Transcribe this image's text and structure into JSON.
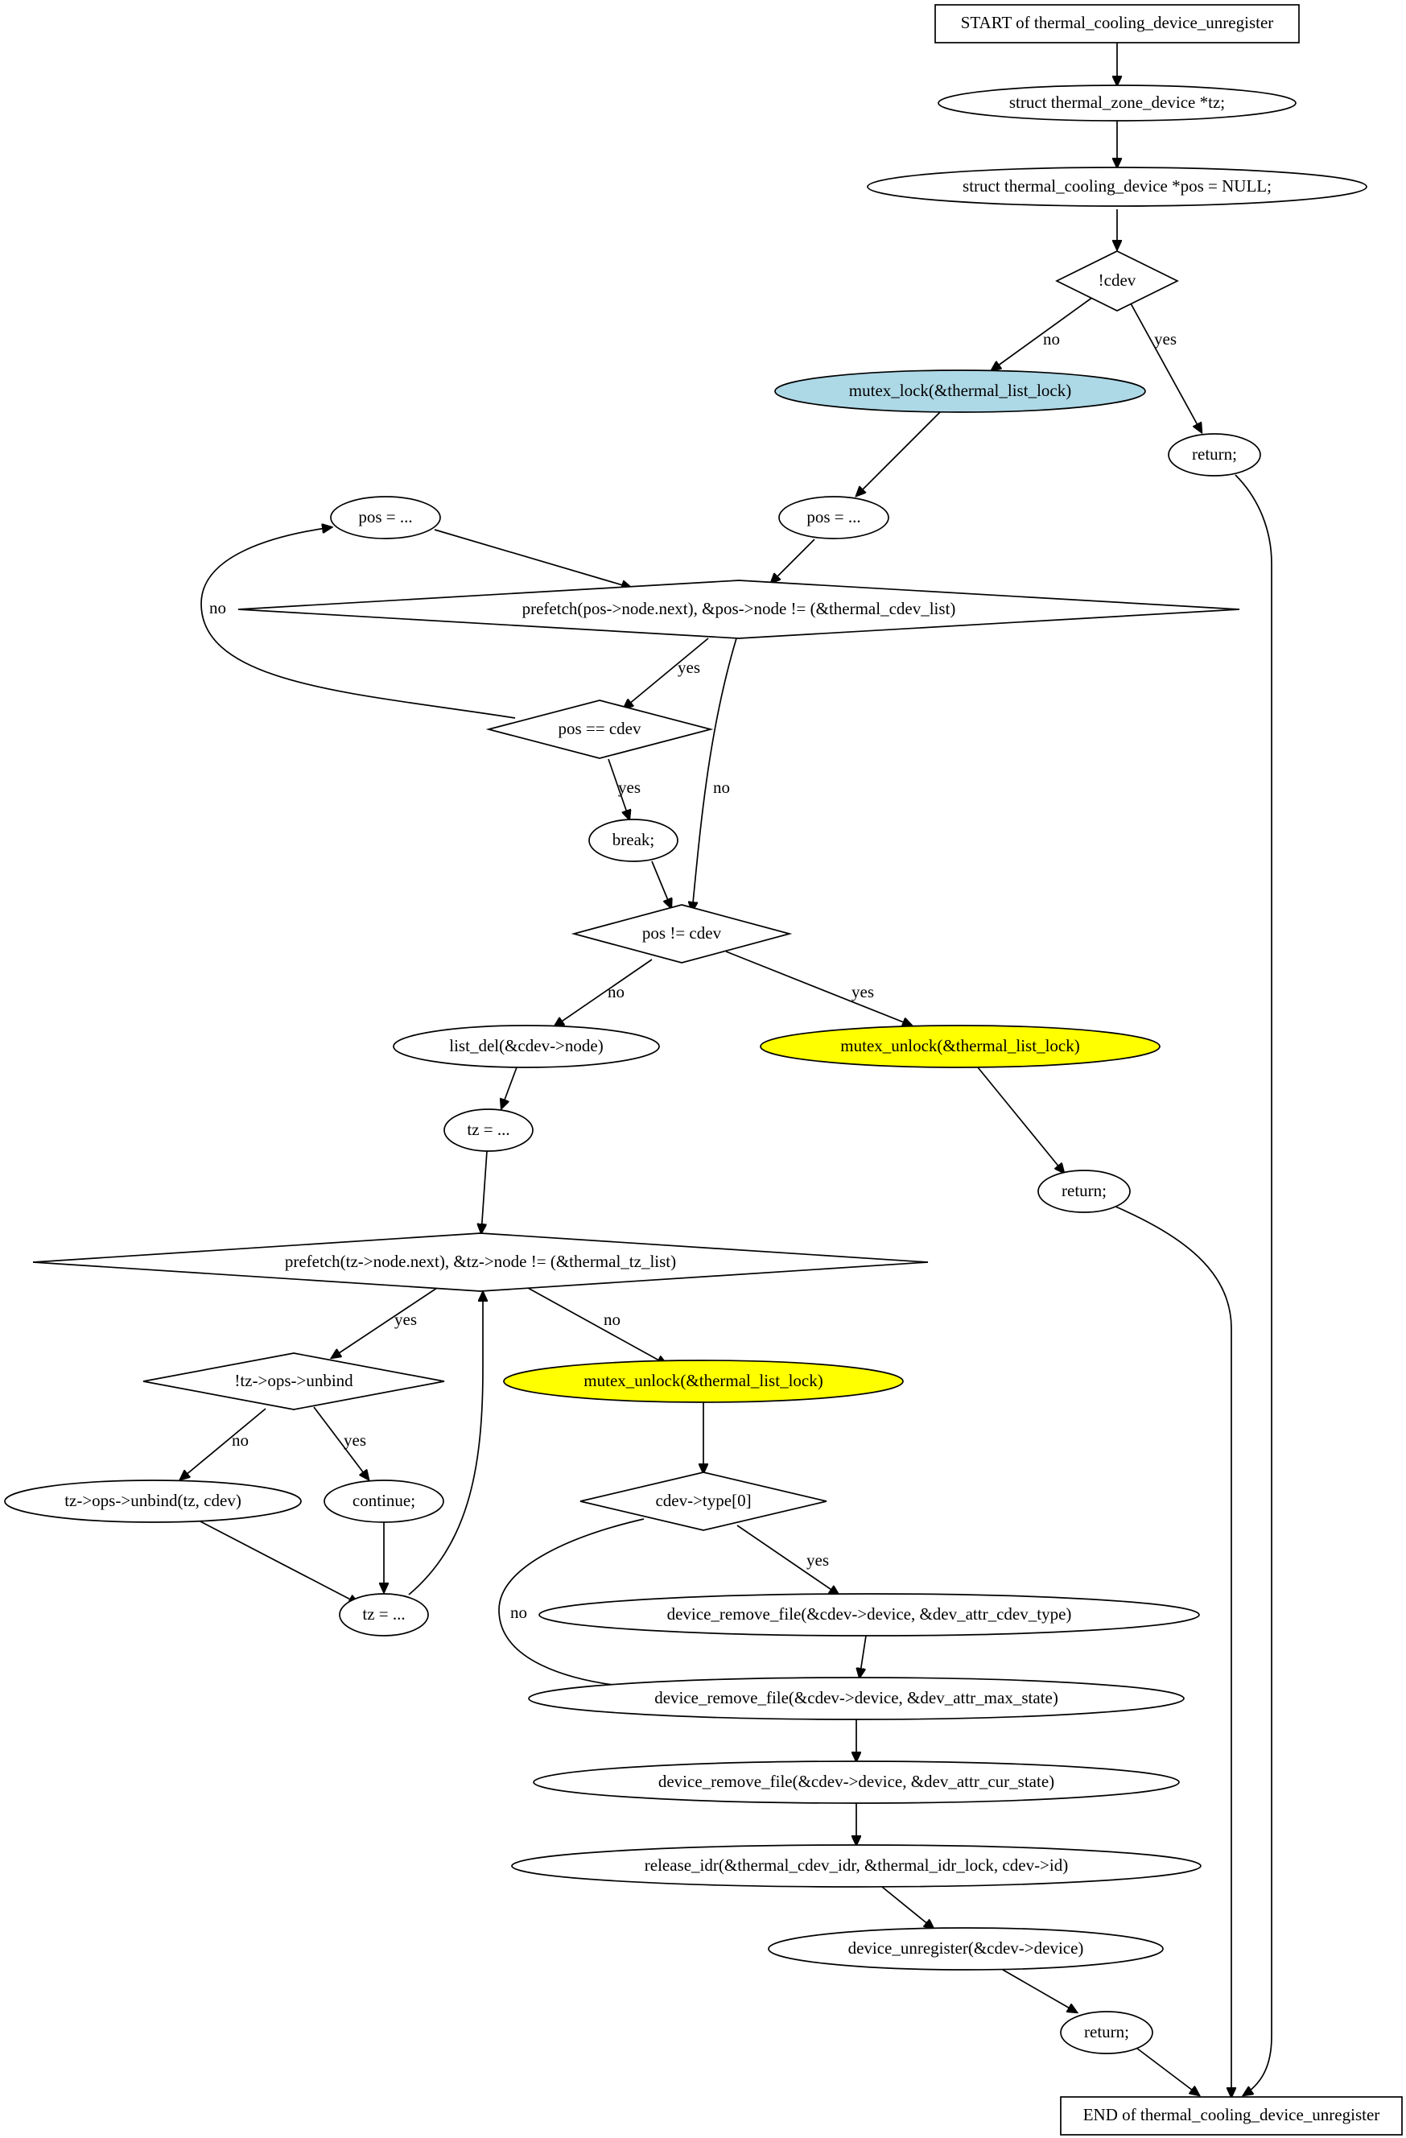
{
  "nodes": {
    "start": "START of thermal_cooling_device_unregister",
    "decl_tz": "struct thermal_zone_device *tz;",
    "decl_pos": "struct thermal_cooling_device *pos = NULL;",
    "cond_cdev": "!cdev",
    "return1": "return;",
    "mutex_lock": "mutex_lock(&thermal_list_lock)",
    "pos_init": "pos = ...",
    "pos_next": "pos = ...",
    "loop1_cond": "prefetch(pos->node.next), &pos->node != (&thermal_cdev_list)",
    "pos_eq_cdev": "pos == cdev",
    "break": "break;",
    "pos_ne_cdev": "pos != cdev",
    "list_del": "list_del(&cdev->node)",
    "mutex_unlock1": "mutex_unlock(&thermal_list_lock)",
    "tz_init": "tz = ...",
    "return2": "return;",
    "loop2_cond": "prefetch(tz->node.next), &tz->node != (&thermal_tz_list)",
    "cond_unbind": "!tz->ops->unbind",
    "mutex_unlock2": "mutex_unlock(&thermal_list_lock)",
    "unbind_call": "tz->ops->unbind(tz, cdev)",
    "continue": "continue;",
    "tz_next": "tz = ...",
    "cond_type": "cdev->type[0]",
    "rm_type": "device_remove_file(&cdev->device, &dev_attr_cdev_type)",
    "rm_max": "device_remove_file(&cdev->device, &dev_attr_max_state)",
    "rm_cur": "device_remove_file(&cdev->device, &dev_attr_cur_state)",
    "release_idr": "release_idr(&thermal_cdev_idr, &thermal_idr_lock, cdev->id)",
    "dev_unreg": "device_unregister(&cdev->device)",
    "return3": "return;",
    "end": "END of thermal_cooling_device_unregister"
  },
  "edge_labels": {
    "cdev_no": "no",
    "cdev_yes": "yes",
    "loop1_no_back": "no",
    "loop1_yes": "yes",
    "loop1_no": "no",
    "eq_yes": "yes",
    "ne_no": "no",
    "ne_yes": "yes",
    "loop2_yes": "yes",
    "loop2_no": "no",
    "unbind_no": "no",
    "unbind_yes": "yes",
    "type_yes": "yes",
    "type_no": "no"
  },
  "colors": {
    "lock_fill": "#add8e6",
    "unlock_fill": "#ffff00",
    "default_fill": "#ffffff",
    "stroke": "#000000"
  }
}
